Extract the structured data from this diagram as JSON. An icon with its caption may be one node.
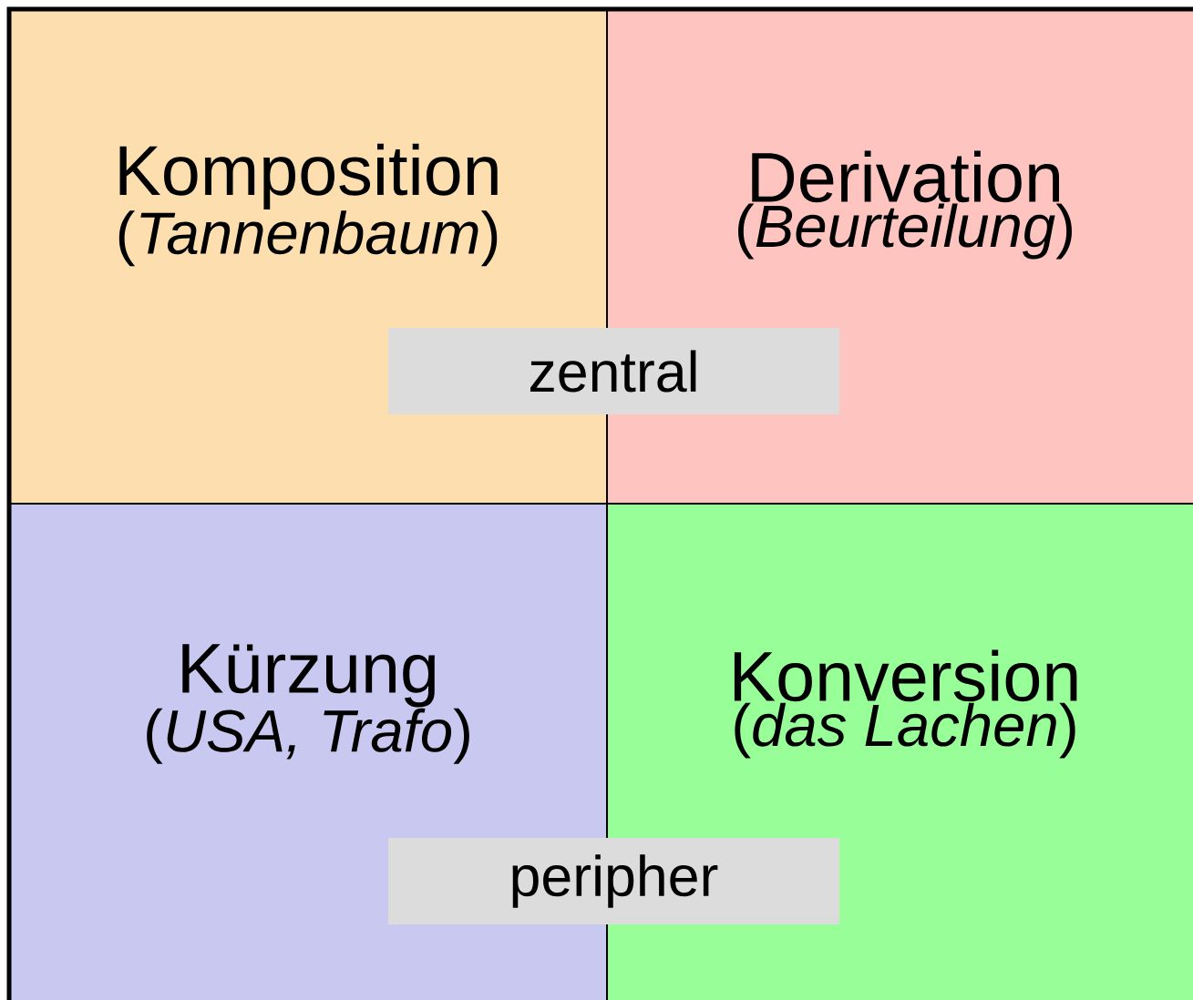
{
  "diagram": {
    "nodes": [
      {
        "text": [
          "Komposition",
          "(*Tannenbaum*)"
        ]
      },
      {
        "text": [
          "Derivation",
          "(*Beurteilung*)"
        ]
      },
      {
        "text": [
          "Kürzung",
          "(*USA, Trafo*)"
        ]
      },
      {
        "text": [
          "Konversion",
          "(*das Lachen*)"
        ]
      },
      {
        "text": [
          "zentral"
        ]
      },
      {
        "text": [
          "peripher"
        ]
      }
    ],
    "edges": []
  }
}
